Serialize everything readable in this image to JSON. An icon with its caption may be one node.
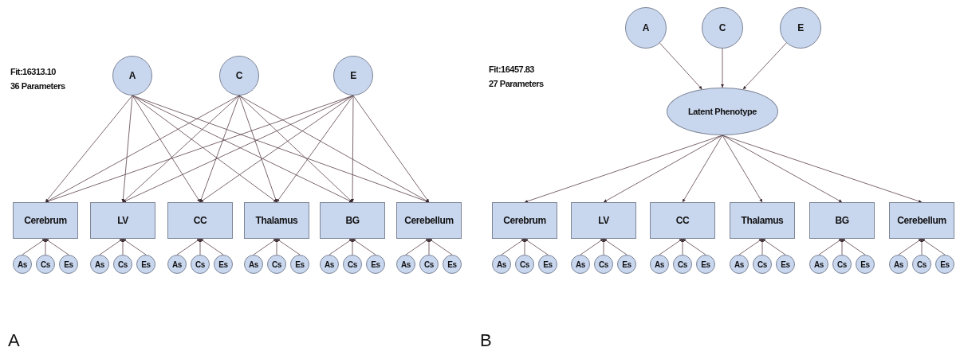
{
  "diagram": {
    "nodes": [
      {
        "text": [
          "A"
        ]
      },
      {
        "text": [
          "C"
        ]
      },
      {
        "text": [
          "E"
        ]
      },
      {
        "text": [
          "Cerebrum"
        ]
      },
      {
        "text": [
          "LV"
        ]
      },
      {
        "text": [
          "CC"
        ]
      },
      {
        "text": [
          "Thalamus"
        ]
      },
      {
        "text": [
          "BG"
        ]
      },
      {
        "text": [
          "Cerebellum"
        ]
      },
      {
        "text": [
          "As"
        ]
      },
      {
        "text": [
          "Cs"
        ]
      },
      {
        "text": [
          "Es"
        ]
      },
      {
        "text": [
          "As"
        ]
      },
      {
        "text": [
          "Cs"
        ]
      },
      {
        "text": [
          "Es"
        ]
      },
      {
        "text": [
          "As"
        ]
      },
      {
        "text": [
          "Cs"
        ]
      },
      {
        "text": [
          "Es"
        ]
      },
      {
        "text": [
          "As"
        ]
      },
      {
        "text": [
          "Cs"
        ]
      },
      {
        "text": [
          "Es"
        ]
      },
      {
        "text": [
          "As"
        ]
      },
      {
        "text": [
          "Cs"
        ]
      },
      {
        "text": [
          "Es"
        ]
      },
      {
        "text": [
          "As"
        ]
      },
      {
        "text": [
          "Cs"
        ]
      },
      {
        "text": [
          "Es"
        ]
      },
      {
        "text": [
          "A"
        ]
      },
      {
        "text": [
          "C"
        ]
      },
      {
        "text": [
          "E"
        ]
      },
      {
        "text": [
          "Latent Phenotype"
        ]
      },
      {
        "text": [
          "Cerebrum"
        ]
      },
      {
        "text": [
          "LV"
        ]
      },
      {
        "text": [
          "CC"
        ]
      },
      {
        "text": [
          "Thalamus"
        ]
      },
      {
        "text": [
          "BG"
        ]
      },
      {
        "text": [
          "Cerebellum"
        ]
      },
      {
        "text": [
          "As"
        ]
      },
      {
        "text": [
          "Cs"
        ]
      },
      {
        "text": [
          "Es"
        ]
      },
      {
        "text": [
          "As"
        ]
      },
      {
        "text": [
          "Cs"
        ]
      },
      {
        "text": [
          "Es"
        ]
      },
      {
        "text": [
          "As"
        ]
      },
      {
        "text": [
          "Cs"
        ]
      },
      {
        "text": [
          "Es"
        ]
      },
      {
        "text": [
          "As"
        ]
      },
      {
        "text": [
          "Cs"
        ]
      },
      {
        "text": [
          "Es"
        ]
      },
      {
        "text": [
          "As"
        ]
      },
      {
        "text": [
          "Cs"
        ]
      },
      {
        "text": [
          "Es"
        ]
      },
      {
        "text": [
          "As"
        ]
      },
      {
        "text": [
          "Cs"
        ]
      },
      {
        "text": [
          "Es"
        ]
      }
    ],
    "edges": [
      {
        "from": 0,
        "to": 3,
        "arrow": "to"
      },
      {
        "from": 0,
        "to": 4,
        "arrow": "to"
      },
      {
        "from": 0,
        "to": 5,
        "arrow": "to"
      },
      {
        "from": 0,
        "to": 6,
        "arrow": "to"
      },
      {
        "from": 0,
        "to": 7,
        "arrow": "to"
      },
      {
        "from": 0,
        "to": 8,
        "arrow": "to"
      },
      {
        "from": 1,
        "to": 3,
        "arrow": "to"
      },
      {
        "from": 1,
        "to": 4,
        "arrow": "to"
      },
      {
        "from": 1,
        "to": 5,
        "arrow": "to"
      },
      {
        "from": 1,
        "to": 6,
        "arrow": "to"
      },
      {
        "from": 1,
        "to": 7,
        "arrow": "to"
      },
      {
        "from": 1,
        "to": 8,
        "arrow": "to"
      },
      {
        "from": 2,
        "to": 3,
        "arrow": "to"
      },
      {
        "from": 2,
        "to": 4,
        "arrow": "to"
      },
      {
        "from": 2,
        "to": 5,
        "arrow": "to"
      },
      {
        "from": 2,
        "to": 6,
        "arrow": "to"
      },
      {
        "from": 2,
        "to": 7,
        "arrow": "to"
      },
      {
        "from": 2,
        "to": 8,
        "arrow": "to"
      },
      {
        "from": 9,
        "to": 3,
        "arrow": "to"
      },
      {
        "from": 10,
        "to": 3,
        "arrow": "to"
      },
      {
        "from": 11,
        "to": 3,
        "arrow": "to"
      },
      {
        "from": 12,
        "to": 4,
        "arrow": "to"
      },
      {
        "from": 13,
        "to": 4,
        "arrow": "to"
      },
      {
        "from": 14,
        "to": 4,
        "arrow": "to"
      },
      {
        "from": 15,
        "to": 5,
        "arrow": "to"
      },
      {
        "from": 16,
        "to": 5,
        "arrow": "to"
      },
      {
        "from": 17,
        "to": 5,
        "arrow": "to"
      },
      {
        "from": 18,
        "to": 6,
        "arrow": "to"
      },
      {
        "from": 19,
        "to": 6,
        "arrow": "to"
      },
      {
        "from": 20,
        "to": 6,
        "arrow": "to"
      },
      {
        "from": 21,
        "to": 7,
        "arrow": "to"
      },
      {
        "from": 22,
        "to": 7,
        "arrow": "to"
      },
      {
        "from": 23,
        "to": 7,
        "arrow": "to"
      },
      {
        "from": 24,
        "to": 8,
        "arrow": "to"
      },
      {
        "from": 25,
        "to": 8,
        "arrow": "to"
      },
      {
        "from": 26,
        "to": 8,
        "arrow": "to"
      },
      {
        "from": 27,
        "to": 30,
        "arrow": "to"
      },
      {
        "from": 28,
        "to": 30,
        "arrow": "to"
      },
      {
        "from": 29,
        "to": 30,
        "arrow": "to"
      },
      {
        "from": 30,
        "to": 31,
        "arrow": "to"
      },
      {
        "from": 30,
        "to": 32,
        "arrow": "to"
      },
      {
        "from": 30,
        "to": 33,
        "arrow": "to"
      },
      {
        "from": 30,
        "to": 34,
        "arrow": "to"
      },
      {
        "from": 30,
        "to": 35,
        "arrow": "to"
      },
      {
        "from": 30,
        "to": 36,
        "arrow": "to"
      },
      {
        "from": 37,
        "to": 31,
        "arrow": "to"
      },
      {
        "from": 38,
        "to": 31,
        "arrow": "to"
      },
      {
        "from": 39,
        "to": 31,
        "arrow": "to"
      },
      {
        "from": 40,
        "to": 32,
        "arrow": "to"
      },
      {
        "from": 41,
        "to": 32,
        "arrow": "to"
      },
      {
        "from": 42,
        "to": 32,
        "arrow": "to"
      },
      {
        "from": 43,
        "to": 33,
        "arrow": "to"
      },
      {
        "from": 44,
        "to": 33,
        "arrow": "to"
      },
      {
        "from": 45,
        "to": 33,
        "arrow": "to"
      },
      {
        "from": 46,
        "to": 34,
        "arrow": "to"
      },
      {
        "from": 47,
        "to": 34,
        "arrow": "to"
      },
      {
        "from": 48,
        "to": 34,
        "arrow": "to"
      },
      {
        "from": 49,
        "to": 35,
        "arrow": "to"
      },
      {
        "from": 50,
        "to": 35,
        "arrow": "to"
      },
      {
        "from": 51,
        "to": 35,
        "arrow": "to"
      },
      {
        "from": 52,
        "to": 36,
        "arrow": "to"
      },
      {
        "from": 53,
        "to": 36,
        "arrow": "to"
      },
      {
        "from": 54,
        "to": 36,
        "arrow": "to"
      }
    ],
    "labels": [
      "Fit:16313.10",
      "36 Parameters",
      "Fit:16457.83",
      "27 Parameters",
      "A",
      "B"
    ]
  }
}
